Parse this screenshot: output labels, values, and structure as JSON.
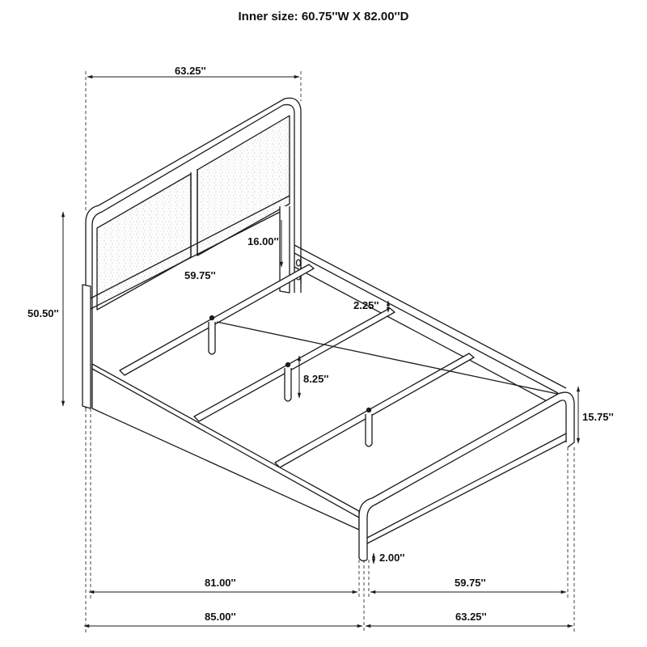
{
  "title": "Inner size: 60.75''W X 82.00''D",
  "dimensions": {
    "headboard_width_top": "63.25''",
    "headboard_panel_height": "16.00''",
    "headboard_inner_width": "59.75''",
    "overall_height": "50.50''",
    "rail_height": "2.25''",
    "leg_height": "8.25''",
    "footboard_height": "15.75''",
    "clearance": "2.00''",
    "inner_length": "81.00''",
    "overall_length": "85.00''",
    "footboard_inner_width": "59.75''",
    "footboard_outer_width": "63.25''"
  },
  "colors": {
    "line": "#1a1a1a",
    "background": "#ffffff",
    "panel_texture": "#9a9a9a"
  }
}
